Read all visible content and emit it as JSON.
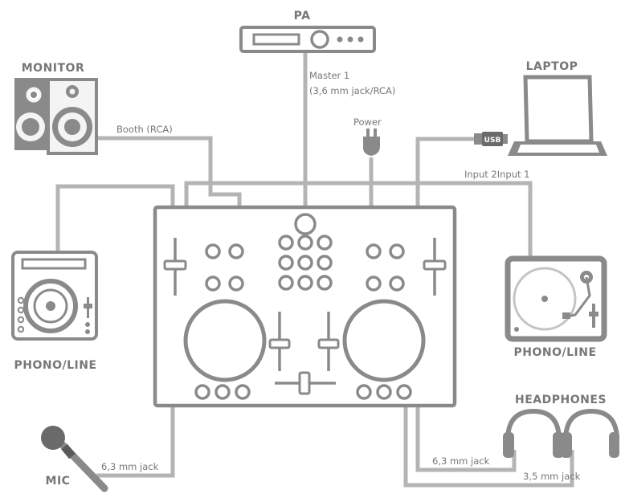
{
  "devices": {
    "pa": "PA",
    "monitor": "MONITOR",
    "laptop": "LAPTOP",
    "phono_left": "PHONO/LINE",
    "phono_right": "PHONO/LINE",
    "headphones": "HEADPHONES",
    "mic": "MIC"
  },
  "connections": {
    "master_line1": "Master 1",
    "master_line2": "(3,6 mm jack/RCA)",
    "power": "Power",
    "booth": "Booth (RCA)",
    "inputs": "Input 2Input 1",
    "mic_jack": "6,3 mm jack",
    "hp_jack_63": "6,3 mm jack",
    "hp_jack_35": "3,5 mm jack",
    "usb": "USB"
  },
  "colors": {
    "wire": "#b4b4b4",
    "outline": "#8a8a8a",
    "dark": "#6a6a6a",
    "label": "#777777"
  }
}
